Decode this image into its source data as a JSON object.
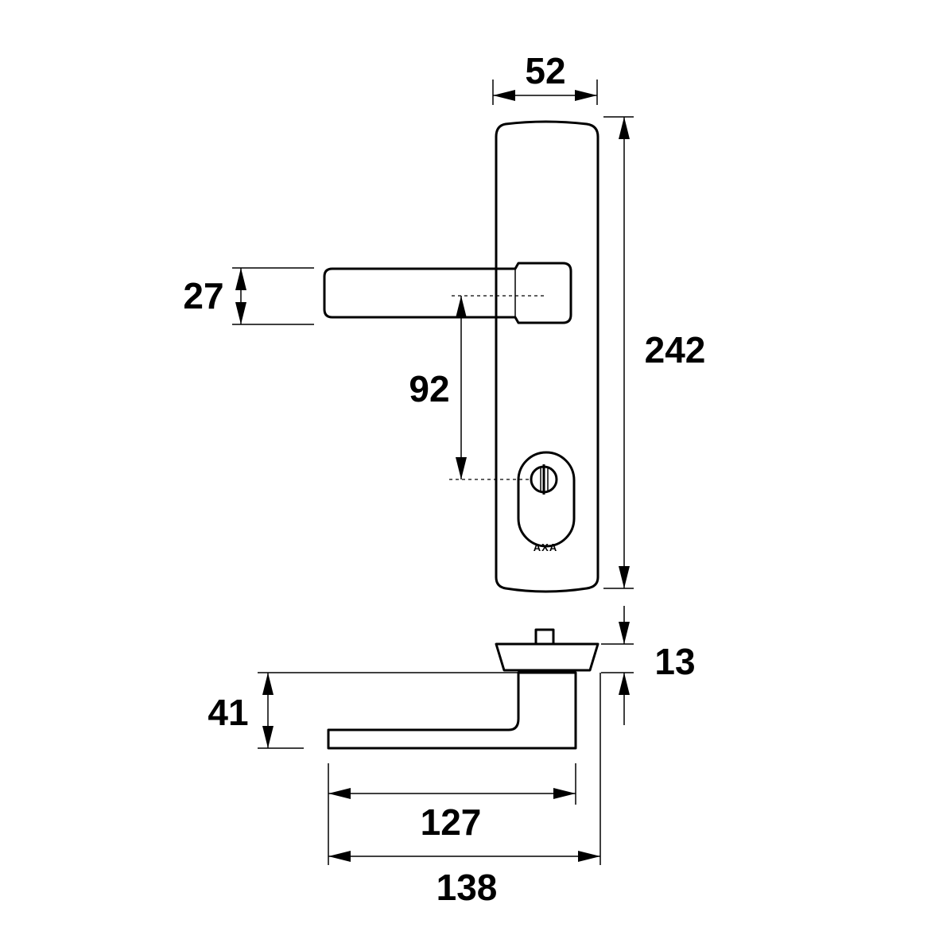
{
  "dimensions": {
    "plate_width": "52",
    "plate_height": "242",
    "lever_thickness": "27",
    "handle_to_cylinder": "92",
    "rose_height": "13",
    "lever_projection": "41",
    "lever_length": "127",
    "overall_length": "138"
  },
  "cylinder_brand": "AXA",
  "colors": {
    "stroke": "#000000",
    "background": "#ffffff"
  }
}
